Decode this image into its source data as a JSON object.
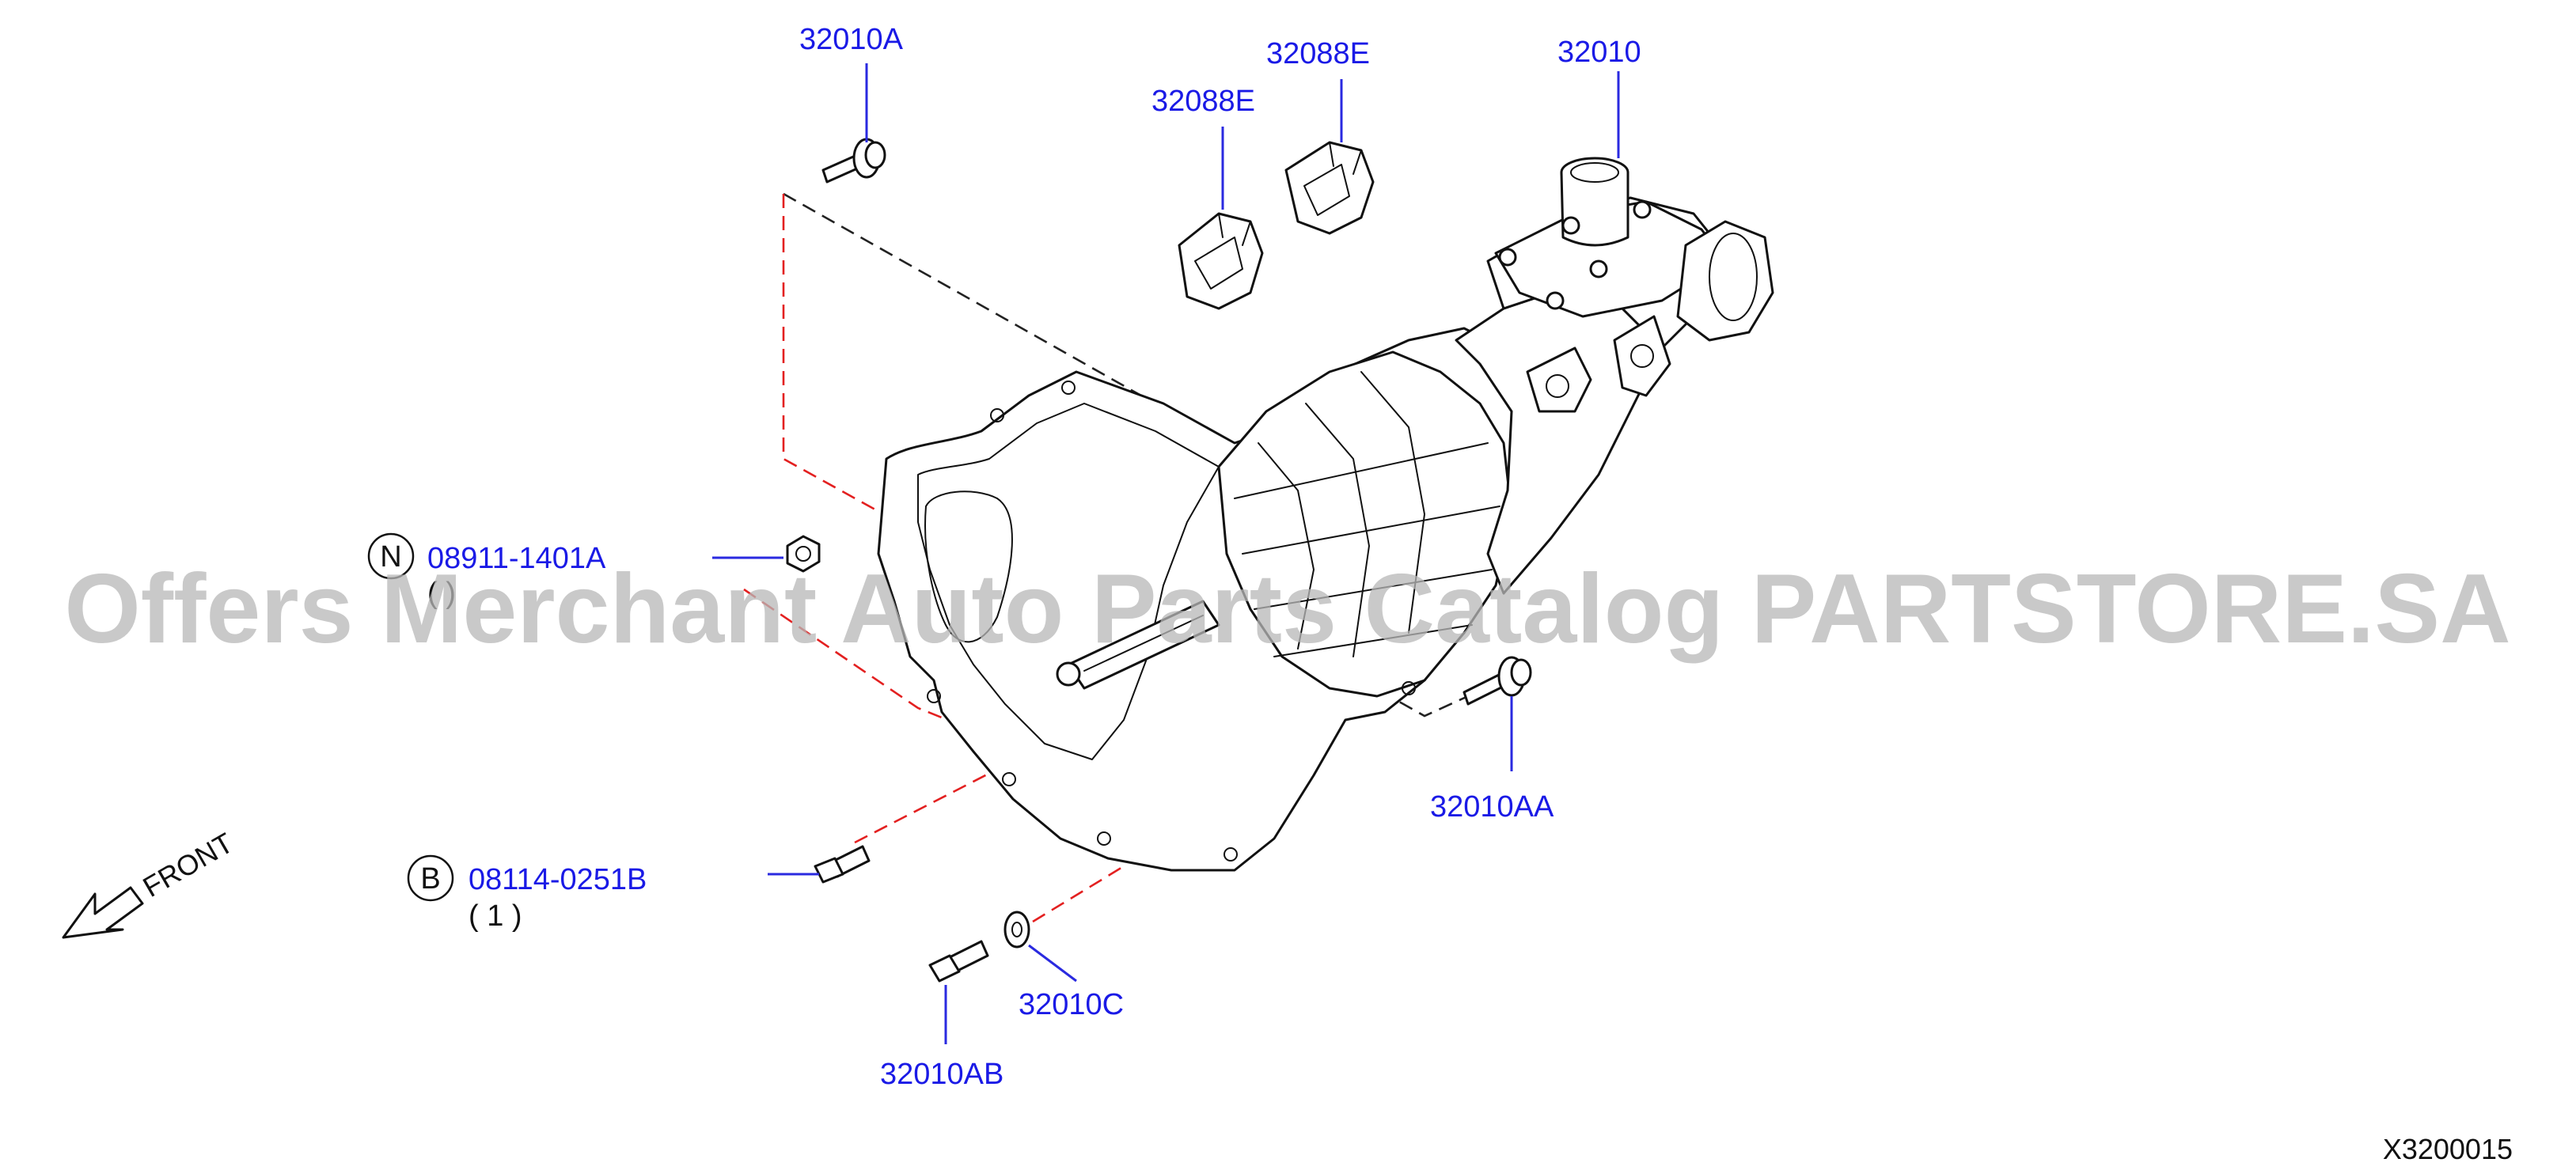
{
  "watermark": "Offers Merchant Auto Parts Catalog PARTSTORE.SA",
  "front_label": "FRONT",
  "diagram_code": "X3200015",
  "callouts": {
    "bolt_top": "32010A",
    "insulator_right": "32088E",
    "insulator_left": "32088E",
    "transmission": "32010",
    "nut": "08911-1401A",
    "nut_symbol": "N",
    "nut_qty": "(   )",
    "bolt_side": "32010AA",
    "bolt_b": "08114-0251B",
    "bolt_b_symbol": "B",
    "bolt_b_qty": "( 1 )",
    "washer": "32010C",
    "bolt_bottom": "32010AB"
  },
  "colors": {
    "callout_text": "#1a1ae6",
    "leader_line": "#2a2ae0",
    "red_dashed": "#e32020",
    "black_dashed": "#222222",
    "watermark": "#b8b8b8"
  }
}
